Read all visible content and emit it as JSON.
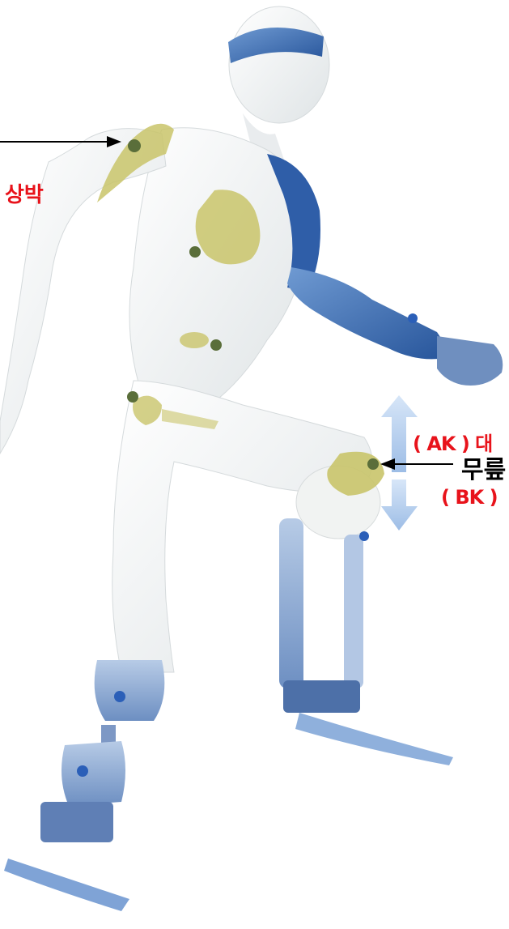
{
  "labels": {
    "upper_arm": "상박",
    "ak": "( AK ) 대",
    "knee": "무릎",
    "bk": "( BK ) "
  },
  "colors": {
    "label_red": "#e8131b",
    "body_white": "#f2f4f3",
    "prosthetic_blue": "#3b6fb6",
    "implant_yellow": "#c9c46a",
    "arrow_blue": "#a9c6ea"
  }
}
